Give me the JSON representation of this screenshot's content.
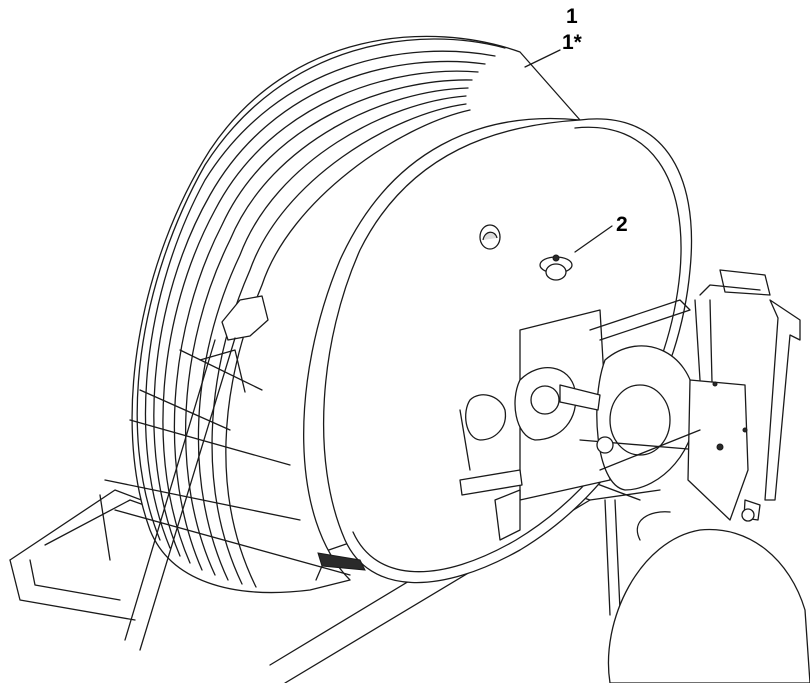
{
  "callouts": {
    "label_1": "1",
    "label_1_star": "1*",
    "label_2": "2"
  },
  "icons": {
    "figure": "hose-reel-illustration-icon"
  }
}
